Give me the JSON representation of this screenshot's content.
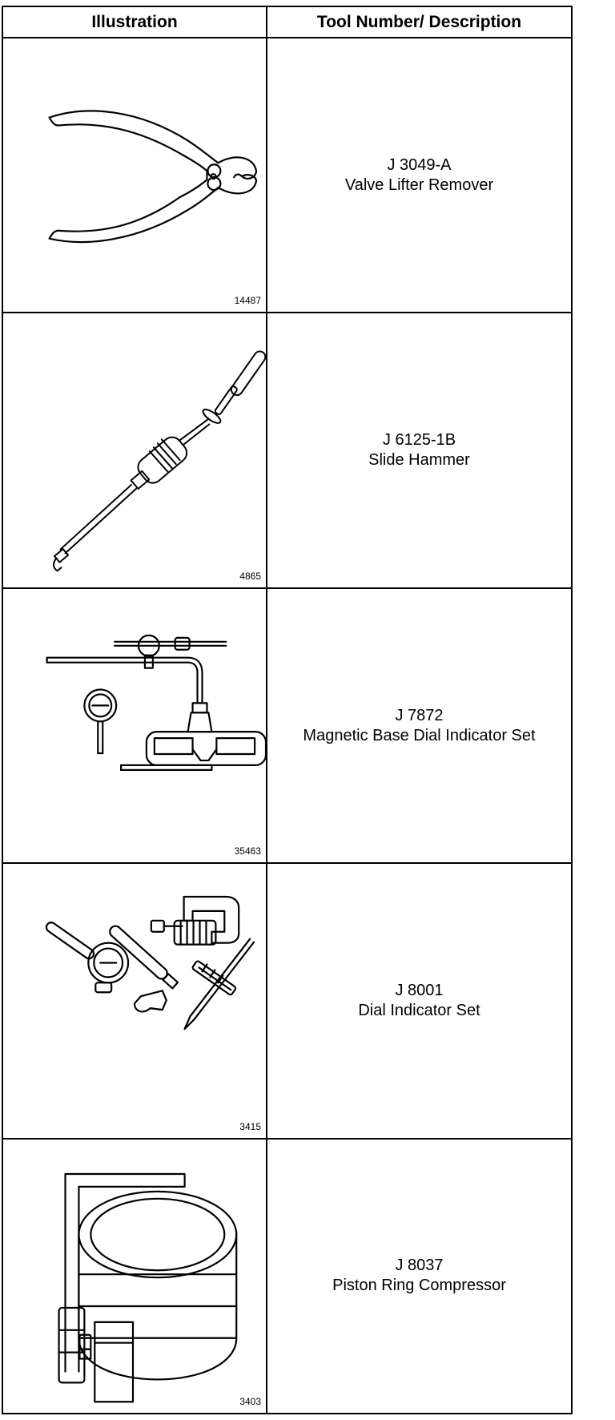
{
  "table": {
    "headers": {
      "illustration": "Illustration",
      "description": "Tool Number/ Description"
    },
    "rows": [
      {
        "figure_number": "14487",
        "tool_number": "J 3049-A",
        "description": "Valve Lifter Remover",
        "illustration_icon": "pliers-icon"
      },
      {
        "figure_number": "4865",
        "tool_number": "J 6125-1B",
        "description": "Slide Hammer",
        "illustration_icon": "slide-hammer-icon"
      },
      {
        "figure_number": "35463",
        "tool_number": "J 7872",
        "description": "Magnetic Base Dial Indicator Set",
        "illustration_icon": "magnetic-base-dial-indicator-icon"
      },
      {
        "figure_number": "3415",
        "tool_number": "J 8001",
        "description": "Dial Indicator Set",
        "illustration_icon": "dial-indicator-set-icon"
      },
      {
        "figure_number": "3403",
        "tool_number": "J 8037",
        "description": "Piston Ring Compressor",
        "illustration_icon": "piston-ring-compressor-icon"
      }
    ]
  }
}
